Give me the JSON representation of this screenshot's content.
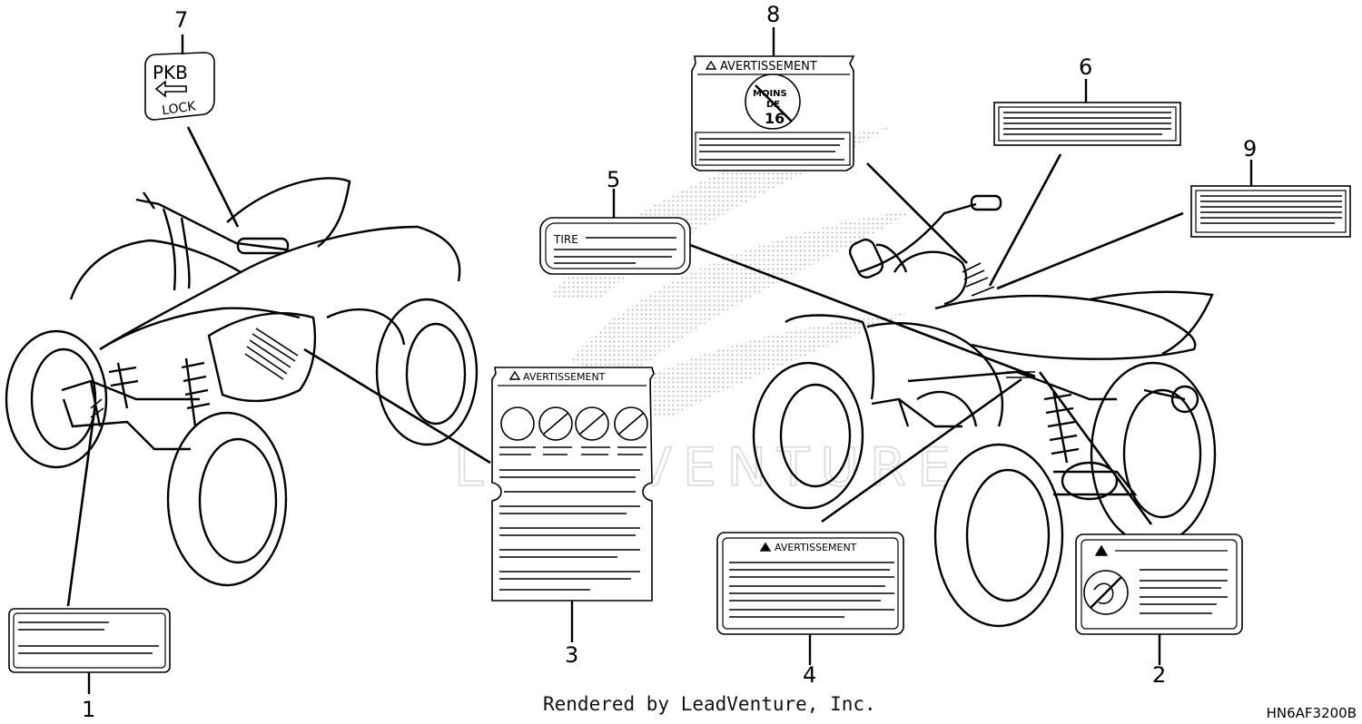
{
  "diagram": {
    "callouts": [
      "1",
      "2",
      "3",
      "4",
      "5",
      "6",
      "7",
      "8",
      "9"
    ],
    "labels": {
      "pkb_top": "PKB",
      "pkb_bottom": "LOCK",
      "tire": "TIRE",
      "warning": "AVERTISSEMENT",
      "age_top": "MOINS",
      "age_mid": "DE",
      "age_num": "16"
    },
    "watermark": "LEADVENTURE",
    "footer": "Rendered by LeadVenture, Inc.",
    "code": "HN6AF3200B"
  }
}
